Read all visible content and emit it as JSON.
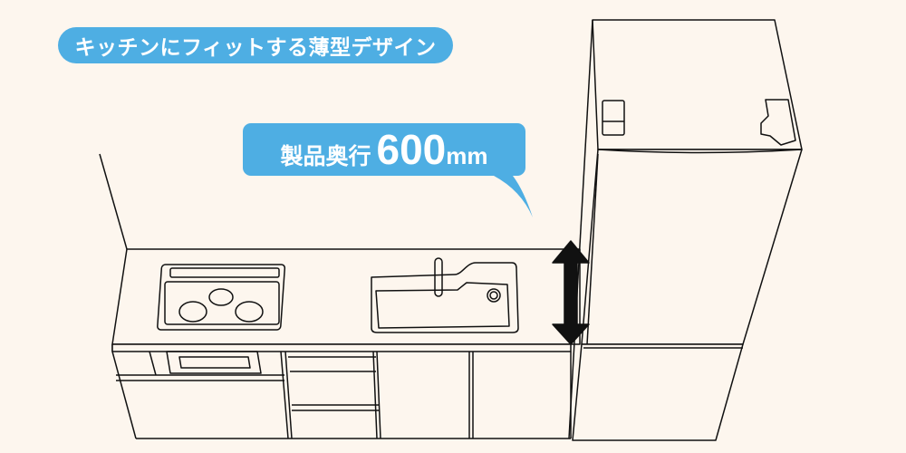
{
  "headline": {
    "text": "キッチンにフィットする薄型デザイン",
    "bg_color": "#4eaee3"
  },
  "callout": {
    "label": "製品奥行",
    "value": "600",
    "unit": "mm",
    "bg_color": "#4eaee3"
  },
  "illustration": {
    "subject": "refrigerator placed next to kitchen counter",
    "items": [
      "kitchen-counter",
      "ih-cooktop",
      "sink",
      "faucet",
      "refrigerator",
      "depth-arrow"
    ]
  },
  "colors": {
    "background": "#fdf6ee",
    "line": "#111111",
    "accent": "#4eaee3"
  }
}
